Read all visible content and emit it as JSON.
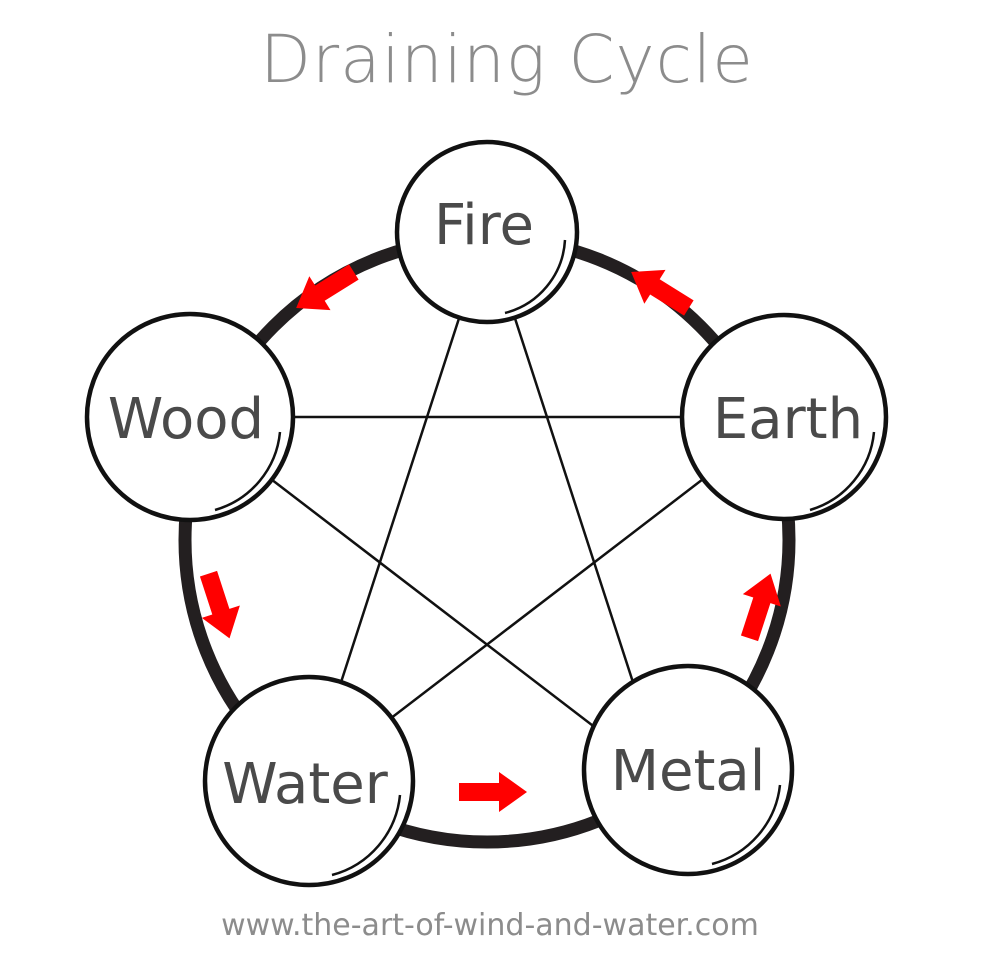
{
  "title": "Draining Cycle",
  "footer": "www.the-art-of-wind-and-water.com",
  "colors": {
    "arrow": "#ff0000",
    "ring": "#231f20",
    "title": "#8c8c8c",
    "label": "#4a4a4a"
  },
  "elements": {
    "fire": "Fire",
    "earth": "Earth",
    "metal": "Metal",
    "water": "Water",
    "wood": "Wood"
  },
  "cycle": [
    {
      "from": "Fire",
      "to": "Wood"
    },
    {
      "from": "Wood",
      "to": "Water"
    },
    {
      "from": "Water",
      "to": "Metal"
    },
    {
      "from": "Metal",
      "to": "Earth"
    },
    {
      "from": "Earth",
      "to": "Fire"
    }
  ]
}
